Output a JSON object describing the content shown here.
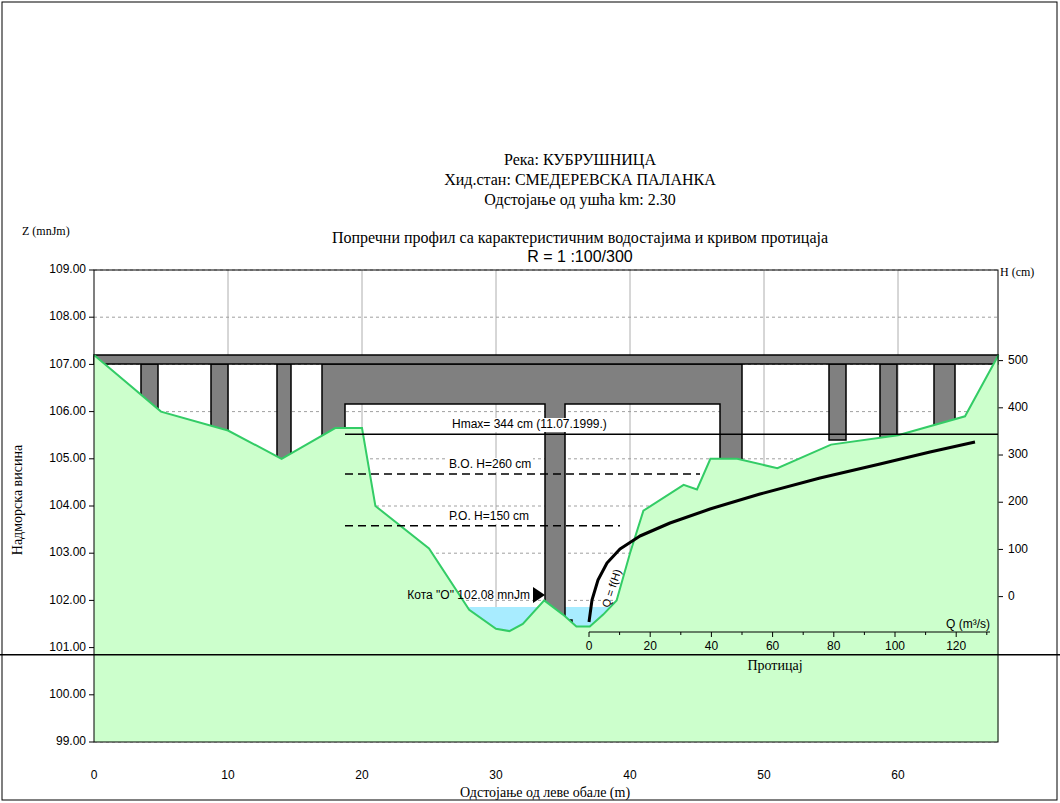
{
  "diagram": {
    "title": "Попречни профил са карактеристичним водостајима и кривом протицаја",
    "labels": [
      "Река: КУБРУШНИЦА",
      "Хид.стан: СМЕДЕРЕВСКА ПАЛАНКА",
      "Одстојање од ушћа km: 2.30",
      "R = 1 :100/300",
      "Z (mnJm)",
      "H (cm)",
      "109.00",
      "108.00",
      "107.00",
      "106.00",
      "105.00",
      "104.00",
      "103.00",
      "102.00",
      "101.00",
      "100.00",
      "99.00",
      "500",
      "400",
      "300",
      "200",
      "100",
      "0",
      "Надморска висина",
      "Hmax= 344 cm (11.07.1999.)",
      "В.О.  H=260 cm",
      "Р.О.  H=150 cm",
      "Кота \"O\"  102.08 mnJm",
      "Q = f(H)",
      "Q (m³/s)",
      "0",
      "20",
      "40",
      "60",
      "80",
      "100",
      "120",
      "Протицај",
      "0",
      "10",
      "20",
      "30",
      "40",
      "50",
      "60",
      "Одстојање од леве обале (m)"
    ]
  }
}
